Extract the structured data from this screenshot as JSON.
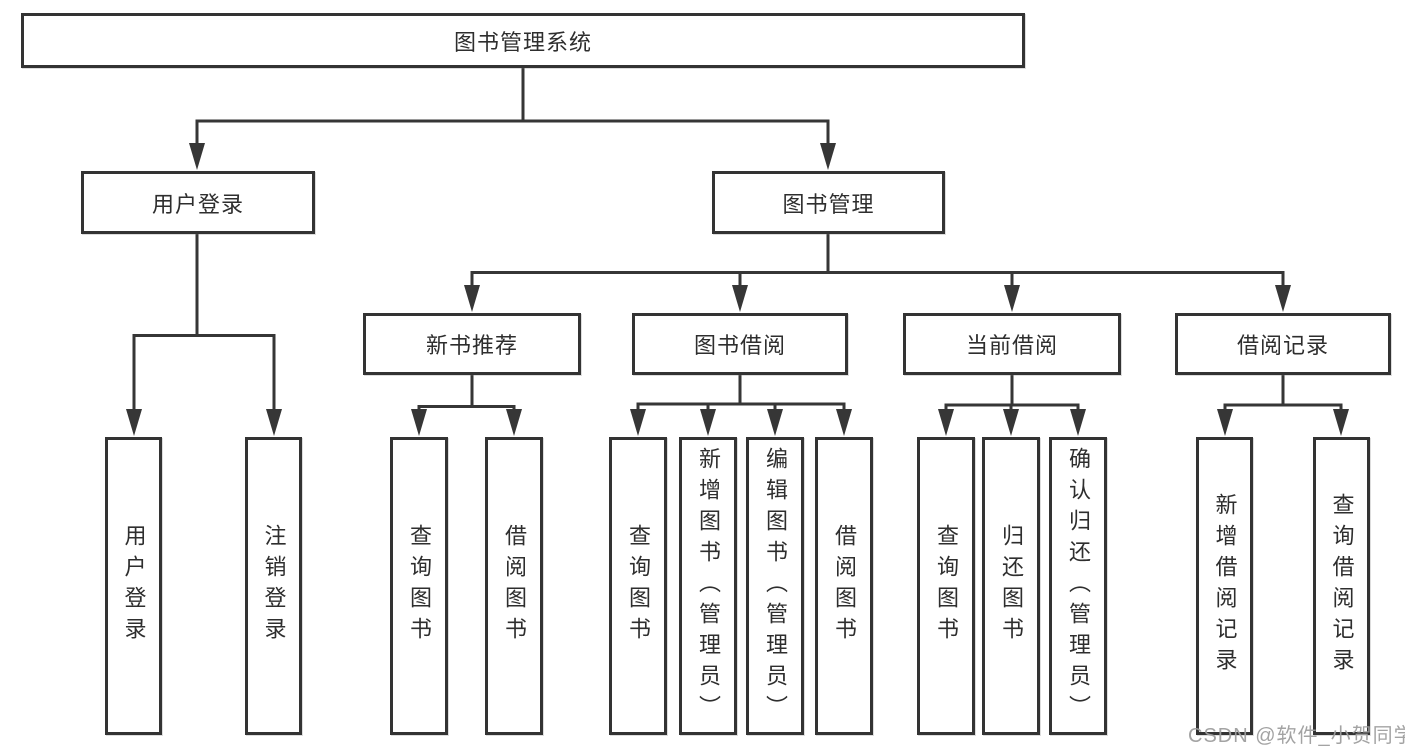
{
  "colors": {
    "line": "#363636",
    "box_border": "#333333",
    "text": "#2e2e2e",
    "watermark": "#9e9e9e",
    "background": "#ffffff"
  },
  "watermark": "CSDN @软件_小贺同学",
  "tree": {
    "root": "图书管理系统",
    "user": {
      "label": "用户登录",
      "children": [
        "用户登录",
        "注销登录"
      ]
    },
    "book": {
      "label": "图书管理",
      "sections": [
        {
          "label": "新书推荐",
          "children": [
            "查询图书",
            "借阅图书"
          ]
        },
        {
          "label": "图书借阅",
          "children": [
            "查询图书",
            "新增图书（管理员）",
            "编辑图书（管理员）",
            "借阅图书"
          ]
        },
        {
          "label": "当前借阅",
          "children": [
            "查询图书",
            "归还图书",
            "确认归还（管理员）"
          ]
        },
        {
          "label": "借阅记录",
          "children": [
            "新增借阅记录",
            "查询借阅记录"
          ]
        }
      ]
    }
  }
}
